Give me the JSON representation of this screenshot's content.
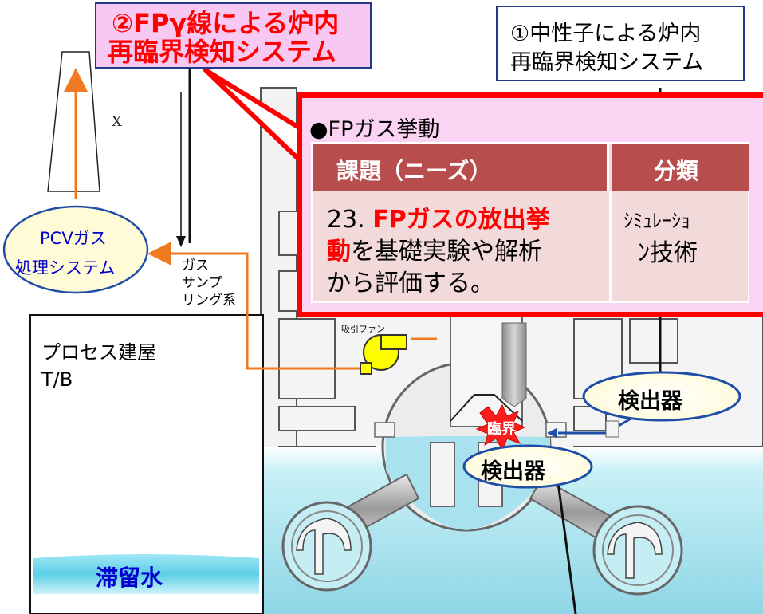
{
  "title_fp_gamma": {
    "line1": "②FPγ線による炉内",
    "line2": "再臨界検知システム"
  },
  "title_neutron": {
    "line1": "①中性子による炉内",
    "line2": "再臨界検知システム"
  },
  "pcv_gas_system": {
    "line1": "PCVガス",
    "line2": "処理システム"
  },
  "gas_sampling": {
    "line1": "ガス",
    "line2": "サンプ",
    "line3": "リング系"
  },
  "process_building": {
    "line1": "プロセス建屋",
    "line2": "T/B"
  },
  "suction_fan": "吸引ファン",
  "stagnant_water": "滞留水",
  "criticality_burst": "臨界",
  "detector_right": "検出器",
  "detector_center": "検出器",
  "stray_mark": "X",
  "callout": {
    "section_title": "●FPガス挙動",
    "headers": {
      "issue": "課題（ニーズ）",
      "category": "分類"
    },
    "row": {
      "issue_prefix": "23. ",
      "issue_highlight_1": "FPガスの放出挙",
      "issue_highlight_2": "動",
      "issue_rest_1": "を基礎実験や解析",
      "issue_rest_2": "から評価する。",
      "category_1": "ｼﾐｭﾚｰｼｮ",
      "category_2": "ﾝ技術"
    }
  },
  "colors": {
    "callout_red": "#ff0000",
    "callout_bg": "#fbd4f3",
    "header_bg": "#b84d4d",
    "row_bg": "#f3dada",
    "pink_box": "#f7c8f1",
    "orange_pipe": "#f07a22",
    "water": "#a8e2ee",
    "building_fill": "#f4f4f4",
    "blue_text": "#0000cc",
    "detector_blue": "#1f4ea8"
  }
}
